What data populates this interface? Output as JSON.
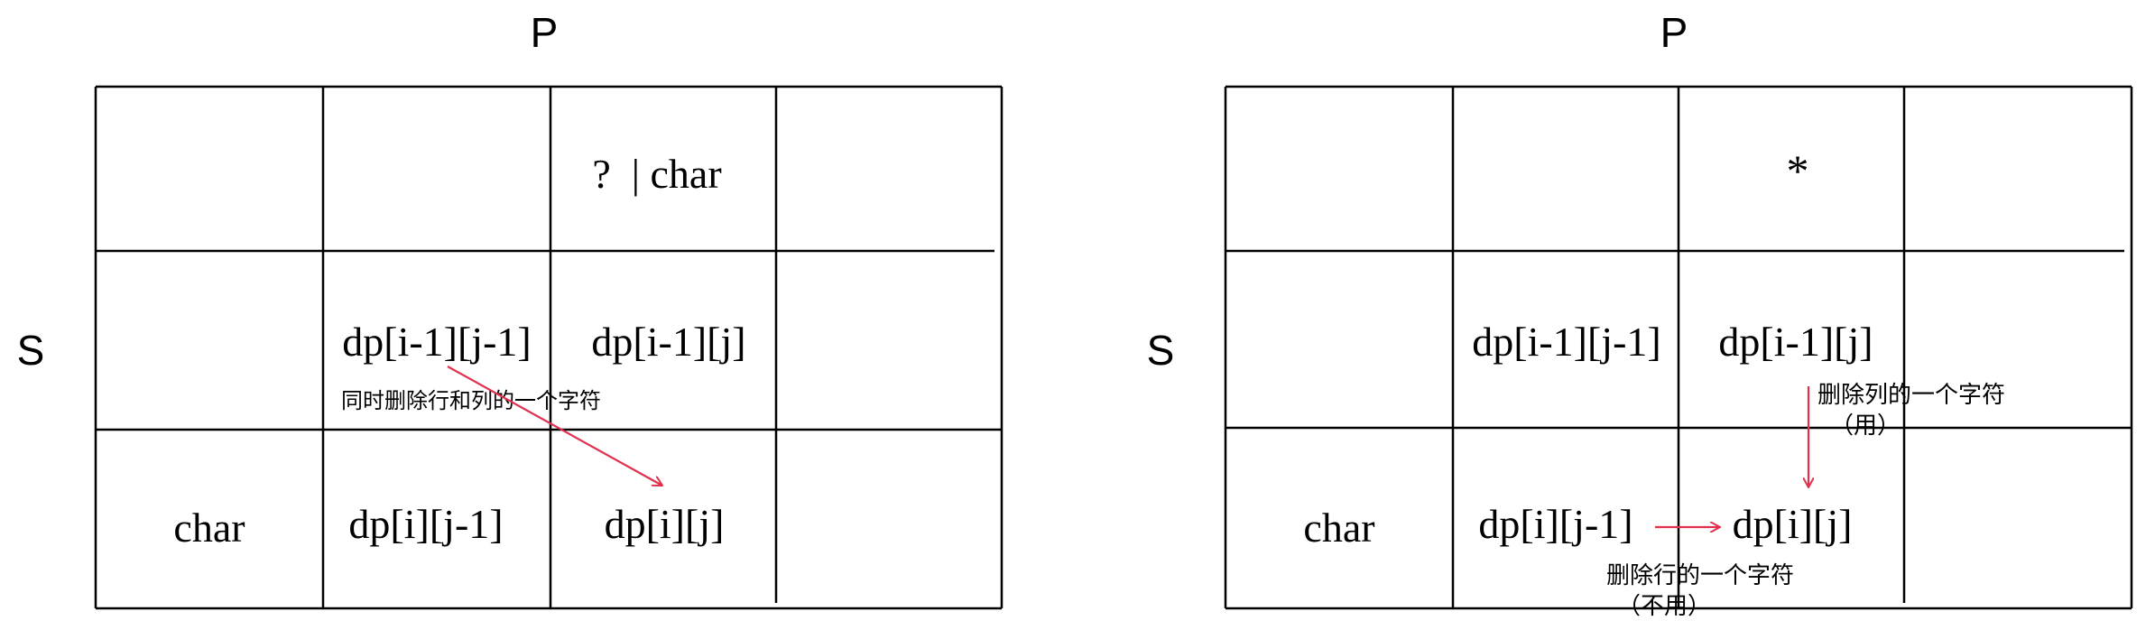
{
  "colors": {
    "line": "#000000",
    "arrow": "#e0304e",
    "background": "#ffffff"
  },
  "left": {
    "axis_top": "P",
    "axis_left": "S",
    "header_cell": "?  | char",
    "row_char": "char",
    "cells": {
      "diag": "dp[i-1][j-1]",
      "up": "dp[i-1][j]",
      "left": "dp[i][j-1]",
      "current": "dp[i][j]"
    },
    "diag_note": "同时删除行和列的一个字符"
  },
  "right": {
    "axis_top": "P",
    "axis_left": "S",
    "header_cell": "*",
    "row_char": "char",
    "cells": {
      "diag": "dp[i-1][j-1]",
      "up": "dp[i-1][j]",
      "left": "dp[i][j-1]",
      "current": "dp[i][j]"
    },
    "up_note": "删除列的一个字符",
    "up_note_sub": "（用）",
    "left_note": "删除行的一个字符",
    "left_note_sub": "（不用）"
  }
}
